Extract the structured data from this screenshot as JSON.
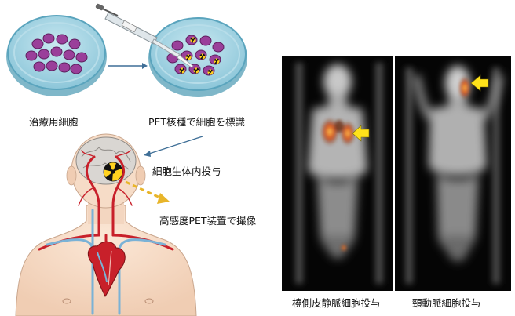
{
  "labels": {
    "therapy_cells": "治療用細胞",
    "pet_labeling": "PET核種で細胞を標識",
    "in_vivo_injection": "細胞生体内投与",
    "imaging": "高感度PET装置で撮像",
    "radial_vein": "橈側皮静脈細胞投与",
    "carotid_artery": "頸動脈細胞投与"
  },
  "colors": {
    "cell": "#9a3f9a",
    "dish": "#9fd2e2",
    "dish_edge": "#4d9cb6",
    "arrow_blue": "#3f6f97",
    "arrow_yellow": "#e8b52a",
    "pointer_yellow": "#ffe21a",
    "artery": "#c8202a",
    "vein": "#7ab2d6",
    "pet_bg": "#050505"
  }
}
